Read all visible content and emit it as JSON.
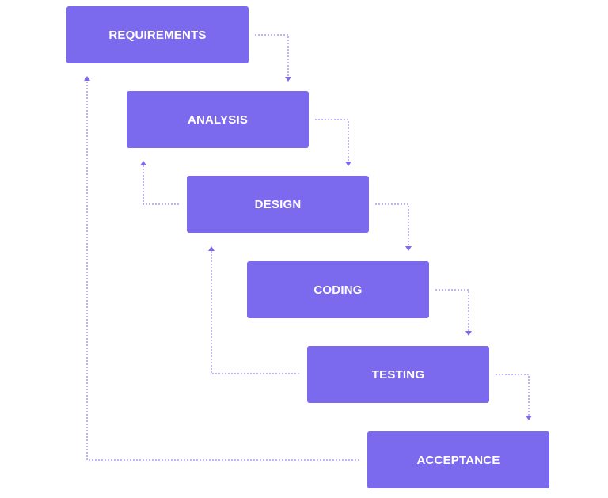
{
  "diagram": {
    "accent_color": "#7b69ee",
    "connector_color": "#7b69ee",
    "stages": [
      {
        "label": "REQUIREMENTS"
      },
      {
        "label": "ANALYSIS"
      },
      {
        "label": "DESIGN"
      },
      {
        "label": "CODING"
      },
      {
        "label": "TESTING"
      },
      {
        "label": "ACCEPTANCE"
      }
    ],
    "forward_arrows": [
      {
        "from": "REQUIREMENTS",
        "to": "ANALYSIS"
      },
      {
        "from": "ANALYSIS",
        "to": "DESIGN"
      },
      {
        "from": "DESIGN",
        "to": "CODING"
      },
      {
        "from": "CODING",
        "to": "TESTING"
      },
      {
        "from": "TESTING",
        "to": "ACCEPTANCE"
      }
    ],
    "feedback_arrows": [
      {
        "from": "DESIGN",
        "to": "ANALYSIS"
      },
      {
        "from": "TESTING",
        "to": "DESIGN"
      },
      {
        "from": "ACCEPTANCE",
        "to": "REQUIREMENTS"
      }
    ]
  }
}
